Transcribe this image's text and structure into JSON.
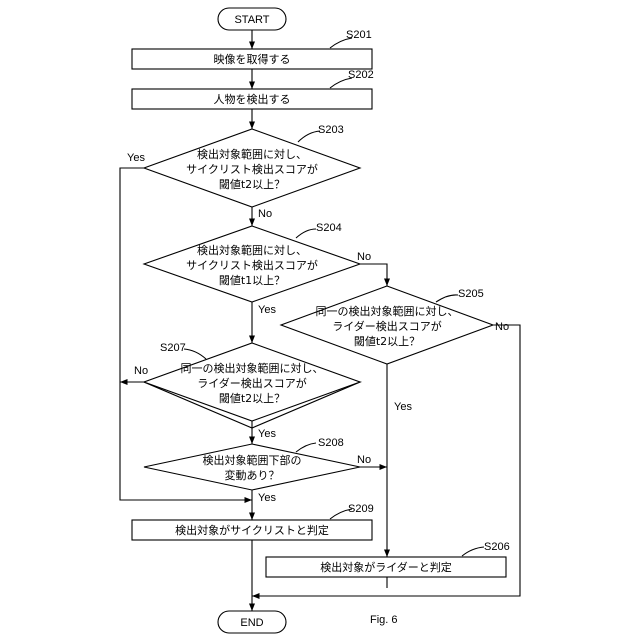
{
  "nodes": {
    "start": "START",
    "end": "END",
    "s201": {
      "step": "S201",
      "text": "映像を取得する"
    },
    "s202": {
      "step": "S202",
      "text": "人物を検出する"
    },
    "s203": {
      "step": "S203",
      "lines": [
        "検出対象範囲に対し、",
        "サイクリスト検出スコアが",
        "閾値t2以上？"
      ]
    },
    "s204": {
      "step": "S204",
      "lines": [
        "検出対象範囲に対し、",
        "サイクリスト検出スコアが",
        "閾値t1以上？"
      ]
    },
    "s205": {
      "step": "S205",
      "lines": [
        "同一の検出対象範囲に対し、",
        "ライダー検出スコアが",
        "閾値t2以上？"
      ]
    },
    "s206": {
      "step": "S206",
      "text": "検出対象がライダーと判定"
    },
    "s207": {
      "step": "S207",
      "lines": [
        "同一の検出対象範囲に対し、",
        "ライダー検出スコアが",
        "閾値t2以上？"
      ]
    },
    "s208": {
      "step": "S208",
      "lines": [
        "検出対象範囲下部の",
        "変動あり？"
      ]
    },
    "s209": {
      "step": "S209",
      "text": "検出対象がサイクリストと判定"
    }
  },
  "labels": {
    "yes": "Yes",
    "no": "No"
  },
  "caption": "Fig. 6"
}
